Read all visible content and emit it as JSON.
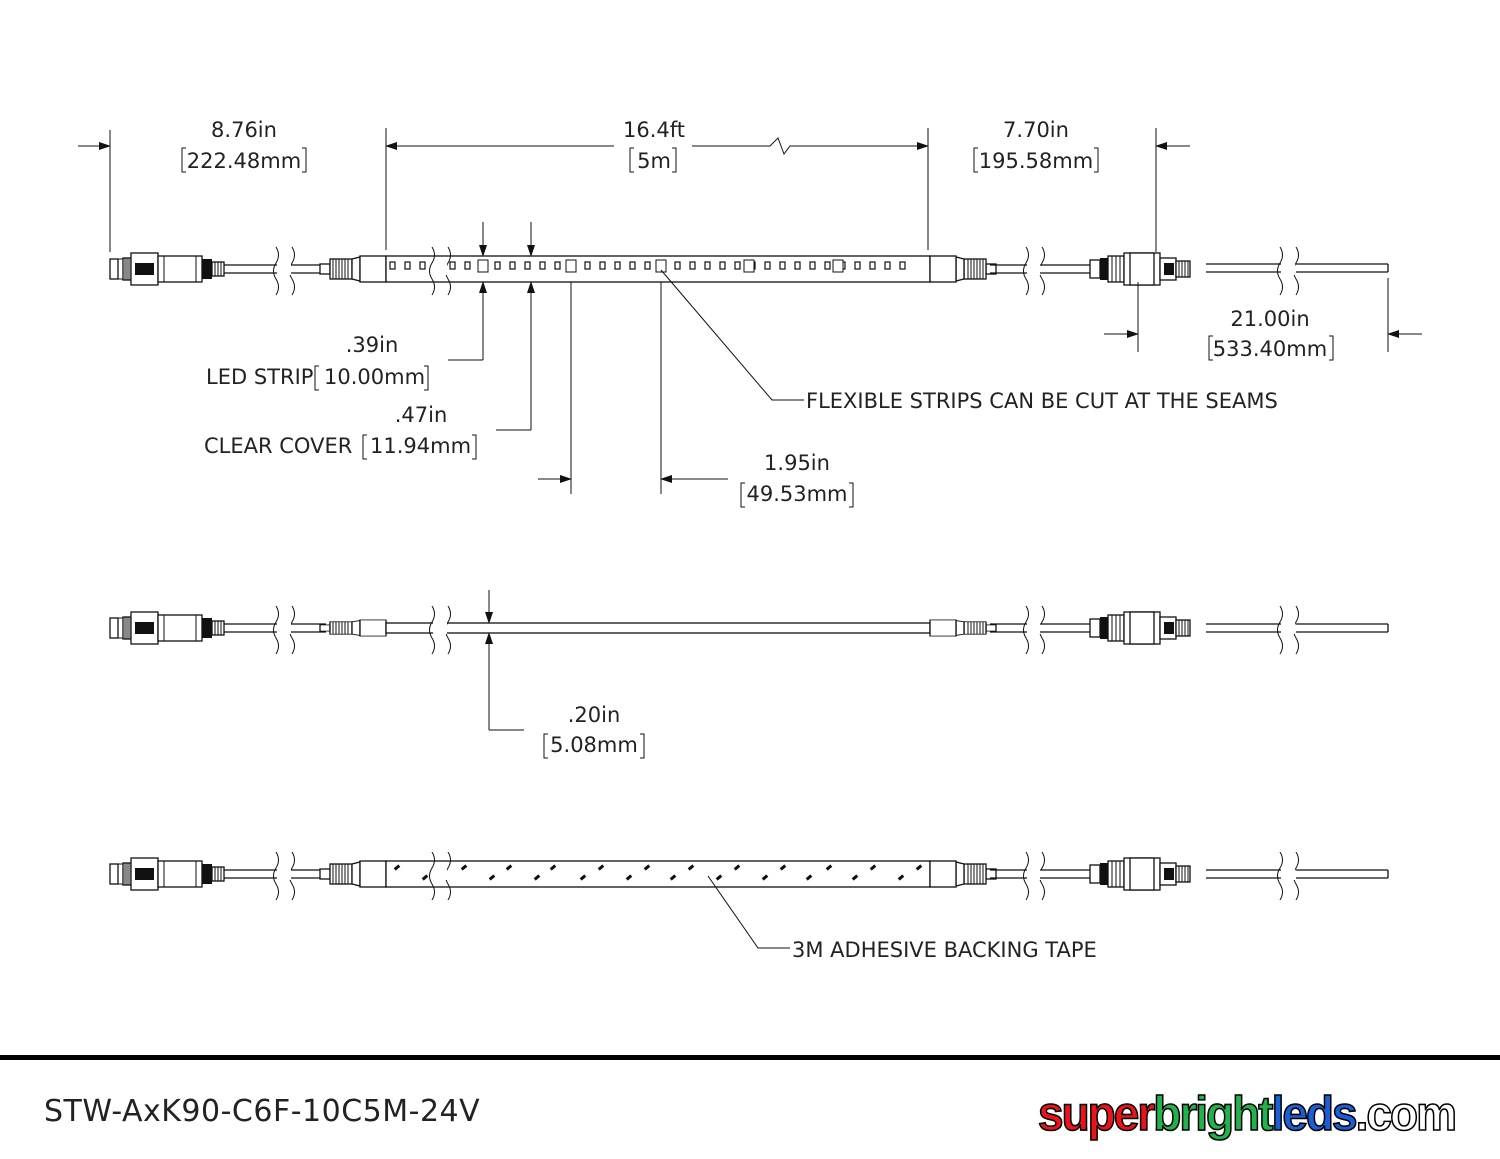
{
  "dimensions": {
    "left_lead": {
      "in": "8.76in",
      "mm": "222.48mm"
    },
    "strip_length": {
      "ft": "16.4ft",
      "m": "5m"
    },
    "right_lead": {
      "in": "7.70in",
      "mm": "195.58mm"
    },
    "tail_lead": {
      "in": "21.00in",
      "mm": "533.40mm"
    },
    "strip_width": {
      "in": ".39in",
      "mm": "10.00mm",
      "label": "LED STRIP"
    },
    "cover_width": {
      "in": ".47in",
      "mm": "11.94mm",
      "label": "CLEAR COVER"
    },
    "cut_pitch": {
      "in": "1.95in",
      "mm": "49.53mm"
    },
    "thickness": {
      "in": ".20in",
      "mm": "5.08mm"
    }
  },
  "notes": {
    "cut_seams": "FLEXIBLE STRIPS CAN BE CUT AT THE SEAMS",
    "backing_tape": "3M ADHESIVE BACKING TAPE"
  },
  "footer": {
    "part_number": "STW-AxK90-C6F-10C5M-24V",
    "logo": {
      "part1": "super",
      "part2": "bright",
      "part3": "leds",
      "part4": ".com"
    }
  },
  "colors": {
    "logo_red": "#e8141b",
    "logo_green": "#22b24c",
    "logo_blue": "#1a5fd6",
    "line": "#111111"
  }
}
